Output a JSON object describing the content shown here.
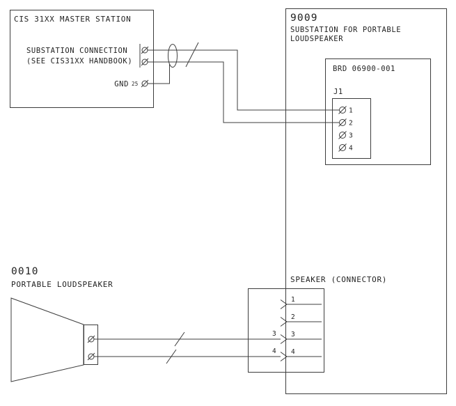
{
  "page": {
    "background_color": "#ffffff",
    "line_color": "#3c3c3c",
    "text_color": "#1f1f1f"
  },
  "master_station": {
    "title": "CIS 31XX MASTER STATION",
    "connection_line1": "SUBSTATION CONNECTION",
    "connection_line2": "(SEE CIS31XX HANDBOOK)",
    "gnd_label": "GND",
    "gnd_pin_number": "25"
  },
  "substation": {
    "id": "9009",
    "name_line1": "SUBSTATION FOR PORTABLE",
    "name_line2": "LOUDSPEAKER",
    "board_label": "BRD 06900-001",
    "j1_label": "J1",
    "j1_pins": [
      "1",
      "2",
      "3",
      "4"
    ]
  },
  "speaker_connector": {
    "label": "SPEAKER (CONNECTOR)",
    "pin_numbers": [
      "1",
      "2",
      "3",
      "4"
    ],
    "wire_label_3": "3",
    "wire_label_4": "4"
  },
  "loudspeaker": {
    "id": "0010",
    "name": "PORTABLE LOUDSPEAKER"
  }
}
